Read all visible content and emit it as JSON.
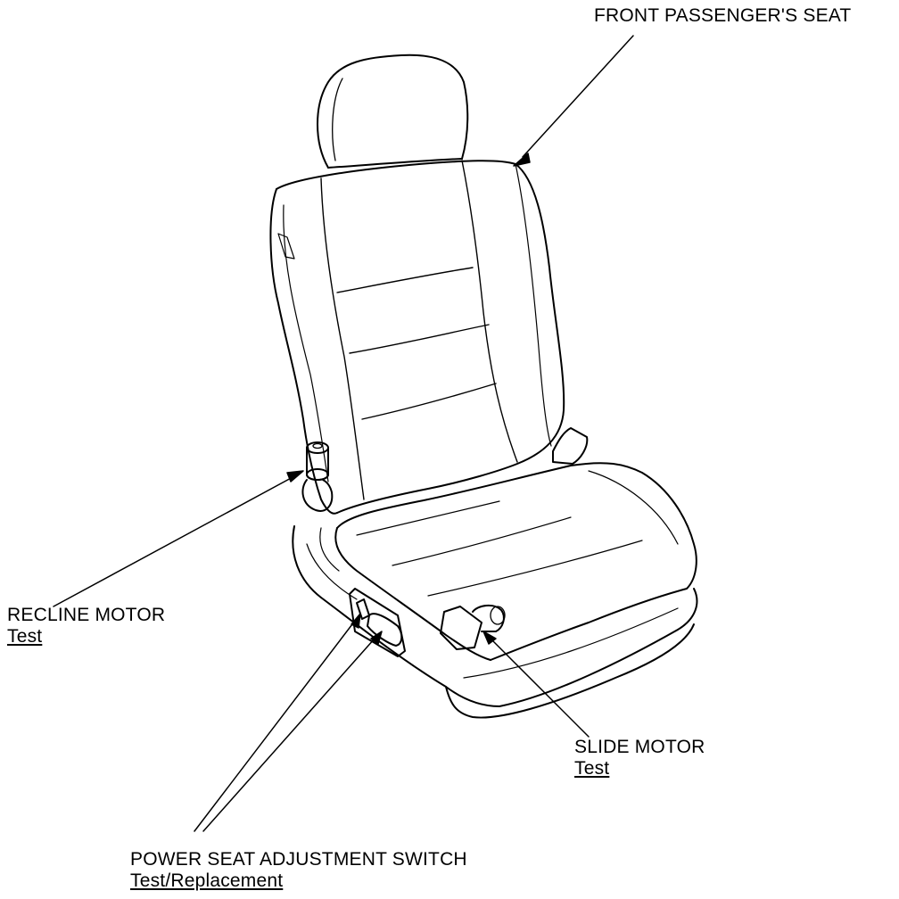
{
  "labels": {
    "seat": "FRONT PASSENGER'S SEAT",
    "recline_motor": "RECLINE MOTOR",
    "recline_motor_link": "Test",
    "slide_motor": "SLIDE MOTOR",
    "slide_motor_link": "Test",
    "switch": "POWER SEAT ADJUSTMENT SWITCH",
    "switch_link": "Test/Replacement"
  },
  "colors": {
    "line": "#000000",
    "background": "#ffffff"
  }
}
